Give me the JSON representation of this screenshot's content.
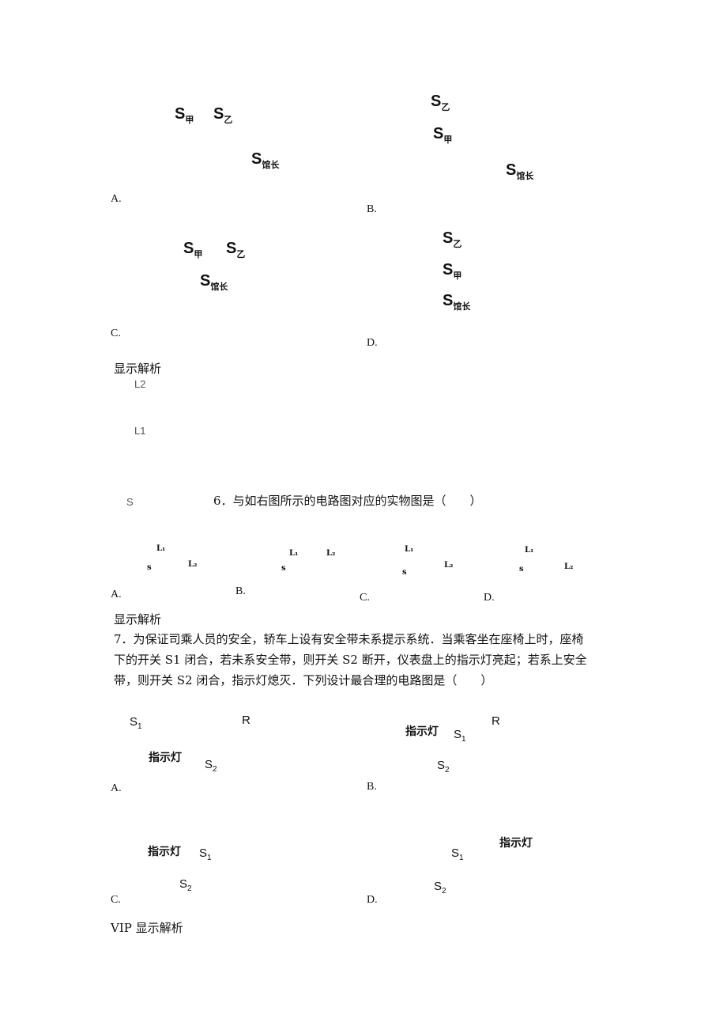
{
  "q5": {
    "options": [
      "A.",
      "B.",
      "C.",
      "D."
    ],
    "switch_s": "S",
    "sub_jia": "甲",
    "sub_yi": "乙",
    "sub_guan": "馆长",
    "show_analysis": "显示解析"
  },
  "q6": {
    "diagram": {
      "l2": "L2",
      "l1": "L1",
      "s": "S"
    },
    "question": "6．与如右图所示的电路图对应的实物图是（　　）",
    "options": [
      "A.",
      "B.",
      "C.",
      "D."
    ],
    "labels": {
      "l1": "L₁",
      "l2": "L₂",
      "s": "s"
    },
    "show_analysis": "显示解析"
  },
  "q7": {
    "question_lines": [
      "7．为保证司乘人员的安全，轿车上设有安全带未系提示系统．当乘客坐在座椅上时，座椅",
      "下的开关 S1 闭合，若未系安全带，则开关 S2 断开，仪表盘上的指示灯亮起；若系上安全",
      "带，则开关 S2 闭合，指示灯熄灭．下列设计最合理的电路图是（　　）"
    ],
    "options": [
      "A.",
      "B.",
      "C.",
      "D."
    ],
    "lamp": "指示灯",
    "s1": "S",
    "s2": "S",
    "sub1": "1",
    "sub2": "2",
    "r": "R",
    "show_analysis": "VIP 显示解析"
  }
}
